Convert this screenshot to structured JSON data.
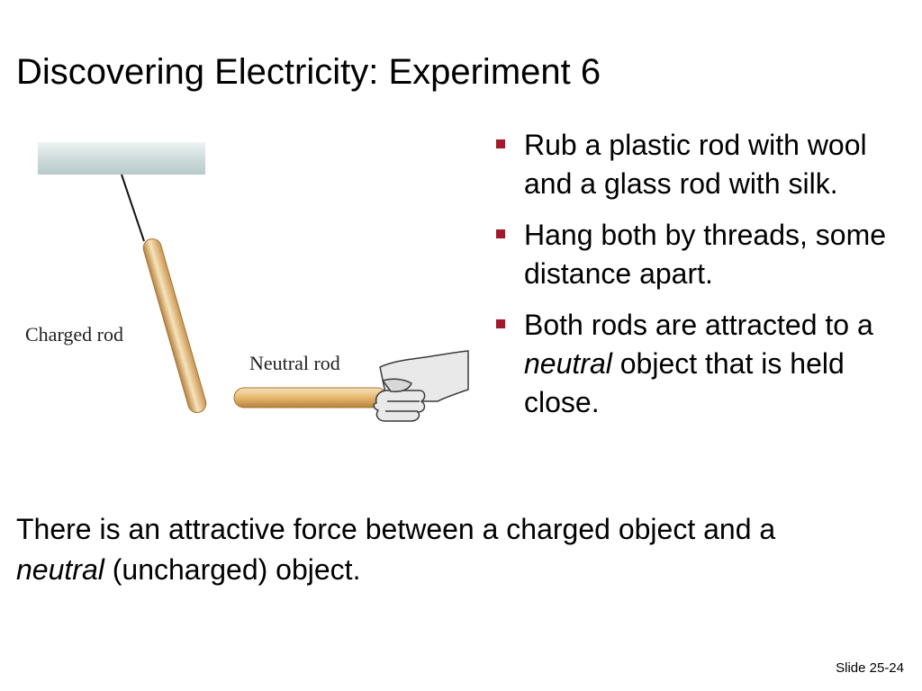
{
  "slide": {
    "title": "Discovering Electricity: Experiment 6",
    "slide_number": "Slide 25-24"
  },
  "figure": {
    "charged_label": "Charged rod",
    "neutral_label": "Neutral rod",
    "colors": {
      "rod": "#e7b86e",
      "rod_highlight": "#f7e3bb",
      "rod_shadow": "#b5823d",
      "ceiling": "#cfdcdc",
      "hand": "#e9e9e9",
      "outline": "#3a3a3a"
    }
  },
  "bullets": [
    {
      "text": "Rub a plastic rod with wool and a glass rod with silk."
    },
    {
      "text": "Hang both by threads, some distance apart."
    },
    {
      "before": "Both rods are attracted to a ",
      "emph": "neutral",
      "after": " object that is held close."
    }
  ],
  "bullet_color": "#a01a2c",
  "summary": {
    "before": "There is an attractive force between a charged object and a ",
    "emph": "neutral",
    "after": " (uncharged) object."
  }
}
